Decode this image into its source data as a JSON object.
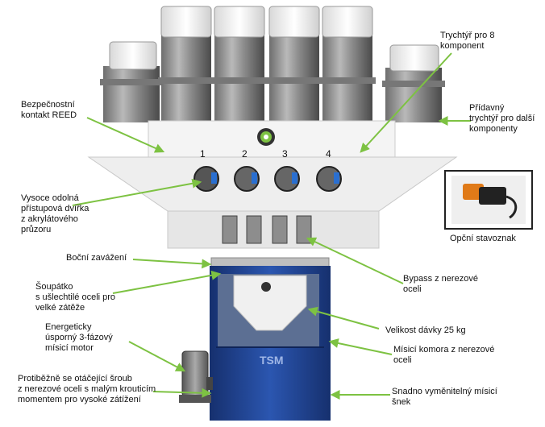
{
  "colors": {
    "arrow": "#7dc242",
    "machine_blue": "#1f3f8a",
    "steel": "#9aa0a6",
    "body_white": "#f2f2f2"
  },
  "numbers": [
    "1",
    "2",
    "3",
    "4"
  ],
  "labels": {
    "hopper_8": "Trychtýř pro 8\nkomponent",
    "extra_hopper": "Přídavný\ntrychtýř pro další\nkomponenty",
    "reed": "Bezpečnostní\nkontakt REED",
    "door": "Vysoce odolná\npřístupová dvířka\nz akrylátového\nprůzoru",
    "side_feed": "Boční zavážení",
    "slide": "Šoupátko\ns ušlechtilé oceli pro\nvelké zátěže",
    "motor": "Energeticky\núsporný 3-fázový\nmísicí motor",
    "screw": "Protiběžně se otáčející šroub\nz nerezové oceli s malým krouticím\nmomentem pro vysoké zátížení",
    "bypass": "Bypass z nerezové\noceli",
    "batch": "Velikost dávky 25 kg",
    "chamber": "Mísicí komora z nerezové\noceli",
    "auger": "Snadno vyměnitelný mísicí\nšnek",
    "optional_switch": "Opční stavoznak"
  },
  "logo_text": "TSM"
}
